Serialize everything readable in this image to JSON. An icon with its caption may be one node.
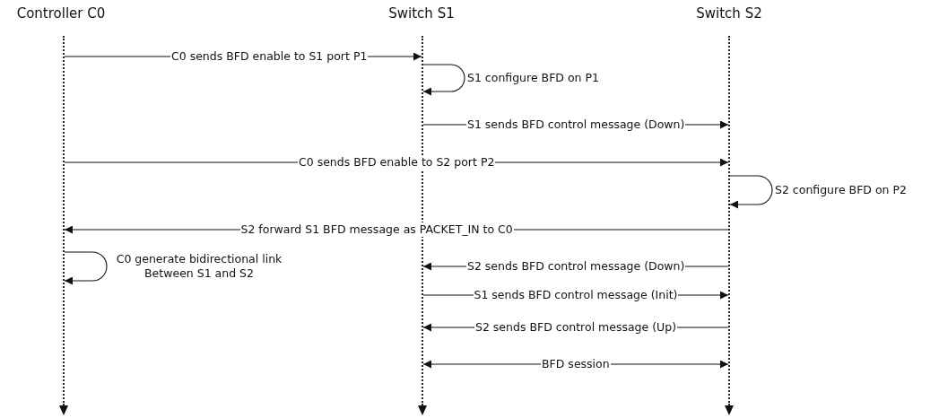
{
  "diagram": {
    "nodes": [
      {
        "text": [
          "Controller C0"
        ]
      },
      {
        "text": [
          "Switch S1"
        ]
      },
      {
        "text": [
          "Switch S2"
        ]
      },
      {
        "text": [],
        "shape": "line"
      },
      {
        "text": [],
        "shape": "line"
      },
      {
        "text": [],
        "shape": "line"
      }
    ],
    "edges": [
      {
        "from": 3,
        "to": 4,
        "arrow": "to",
        "label": "C0 sends BFD enable to S1 port P1"
      },
      {
        "from": 4,
        "to": 4,
        "arrow": "to",
        "label": "S1 configure BFD on P1"
      },
      {
        "from": 4,
        "to": 5,
        "arrow": "to",
        "label": "S1 sends BFD control message (Down)"
      },
      {
        "from": 3,
        "to": 5,
        "arrow": "to",
        "label": "C0 sends BFD enable to S2 port P2"
      },
      {
        "from": 5,
        "to": 5,
        "arrow": "to",
        "label": "S2 configure BFD on P2"
      },
      {
        "from": 5,
        "to": 3,
        "arrow": "to",
        "label": "S2 forward S1 BFD message as PACKET_IN to C0"
      },
      {
        "from": 3,
        "to": 3,
        "arrow": "to",
        "label": "C0 generate bidirectional link Between S1 and S2"
      },
      {
        "from": 5,
        "to": 4,
        "arrow": "to",
        "label": "S2 sends BFD control message (Down)"
      },
      {
        "from": 4,
        "to": 5,
        "arrow": "to",
        "label": "S1 sends BFD control message (Init)"
      },
      {
        "from": 5,
        "to": 4,
        "arrow": "to",
        "label": "S2 sends BFD control message (Up)"
      },
      {
        "from": 4,
        "to": 5,
        "arrow": "both",
        "label": "BFD session"
      }
    ]
  }
}
